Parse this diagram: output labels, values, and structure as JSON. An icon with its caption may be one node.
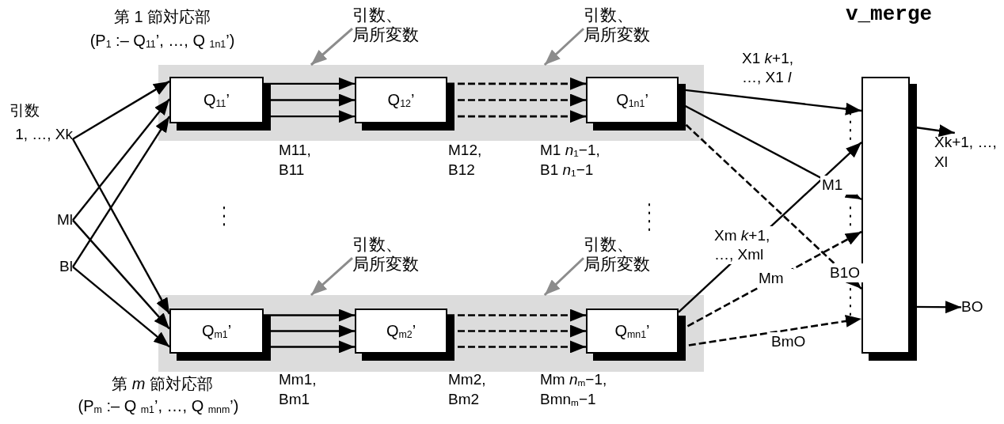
{
  "diagram": {
    "nodes": [
      {
        "text": [],
        "shape": "box",
        "beside": [
          "第 1 節対応部",
          "(P$_{1}$ :– Q$_{11}$’, …, Q $_{1n1}$’)"
        ]
      },
      {
        "text": [
          "Q$_{11}$’"
        ],
        "in": 0
      },
      {
        "text": [
          "Q$_{12}$’"
        ],
        "in": 0
      },
      {
        "text": [
          "Q$_{1n1}$’"
        ],
        "in": 0
      },
      {
        "text": [],
        "shape": "box",
        "beside": [
          "第 *m* 節対応部",
          "(P$_{m}$ :– Q $_{m1}$’, …, Q $_{mnm}$’)"
        ]
      },
      {
        "text": [
          "Q$_{m1}$’"
        ],
        "in": 4
      },
      {
        "text": [
          "Q$_{m2}$’"
        ],
        "in": 4
      },
      {
        "text": [
          "Q$_{mn1}$’"
        ],
        "in": 4
      },
      {
        "text": [],
        "shape": "box",
        "beside": [
          "v_merge"
        ]
      },
      {
        "text": [
          "1, …, Xk"
        ]
      },
      {
        "text": [
          "Ml"
        ]
      },
      {
        "text": [
          "Bl"
        ]
      },
      {
        "text": [
          "Xk+1, …, Xl"
        ]
      },
      {
        "text": [
          "BO"
        ]
      },
      {
        "text": [
          "引数、局所変数"
        ]
      },
      {
        "text": [
          "引数、局所変数"
        ]
      },
      {
        "text": [
          "引数、局所変数"
        ]
      },
      {
        "text": [
          "引数、局所変数"
        ]
      }
    ],
    "edges": [
      {
        "from": 9,
        "to": 1,
        "arrow": "to"
      },
      {
        "from": 9,
        "to": 5,
        "arrow": "to"
      },
      {
        "from": 10,
        "to": 1,
        "arrow": "to"
      },
      {
        "from": 10,
        "to": 5,
        "arrow": "to"
      },
      {
        "from": 11,
        "to": 1,
        "arrow": "to"
      },
      {
        "from": 11,
        "to": 5,
        "arrow": "to"
      },
      {
        "from": 1,
        "to": 2,
        "arrow": "to"
      },
      {
        "from": 1,
        "to": 2,
        "arrow": "to"
      },
      {
        "from": 1,
        "to": 2,
        "arrow": "to"
      },
      {
        "from": 2,
        "to": 3,
        "arrow": "to",
        "style": "dashed"
      },
      {
        "from": 2,
        "to": 3,
        "arrow": "to",
        "style": "dashed"
      },
      {
        "from": 2,
        "to": 3,
        "arrow": "to",
        "style": "dashed"
      },
      {
        "from": 5,
        "to": 6,
        "arrow": "to"
      },
      {
        "from": 5,
        "to": 6,
        "arrow": "to"
      },
      {
        "from": 5,
        "to": 6,
        "arrow": "to"
      },
      {
        "from": 6,
        "to": 7,
        "arrow": "to",
        "style": "dashed"
      },
      {
        "from": 6,
        "to": 7,
        "arrow": "to",
        "style": "dashed"
      },
      {
        "from": 6,
        "to": 7,
        "arrow": "to",
        "style": "dashed"
      },
      {
        "from": 3,
        "to": 8,
        "arrow": "to",
        "label": "X1 *k*+1, …, X1 *l*"
      },
      {
        "from": 3,
        "to": 8,
        "arrow": "to",
        "label": "M1"
      },
      {
        "from": 3,
        "to": 8,
        "arrow": "to",
        "style": "dashed",
        "label": "B1O"
      },
      {
        "from": 7,
        "to": 8,
        "arrow": "to",
        "label": "Xm *k*+1, …, Xml"
      },
      {
        "from": 7,
        "to": 8,
        "arrow": "to",
        "style": "dashed",
        "label": "Mm"
      },
      {
        "from": 7,
        "to": 8,
        "arrow": "to",
        "style": "dashed",
        "label": "BmO"
      },
      {
        "from": 8,
        "to": 12,
        "arrow": "to"
      },
      {
        "from": 8,
        "to": 13,
        "arrow": "to"
      },
      {
        "from": 14,
        "to": 0,
        "arrow": "to",
        "color": "#8c8c8c"
      },
      {
        "from": 15,
        "to": 0,
        "arrow": "to",
        "color": "#8c8c8c"
      },
      {
        "from": 16,
        "to": 4,
        "arrow": "to",
        "color": "#8c8c8c"
      },
      {
        "from": 17,
        "to": 4,
        "arrow": "to",
        "color": "#8c8c8c"
      }
    ],
    "labels": [
      "引数",
      "M11, B11",
      "M12, B12",
      "M1 *n*$_{1}$−1, B1 *n*$_{1}$−1",
      "Mm1, Bm1",
      "Mm2, Bm2",
      "Mm *n*$_{m}$−1, Bmn$_{m}$−1"
    ]
  }
}
